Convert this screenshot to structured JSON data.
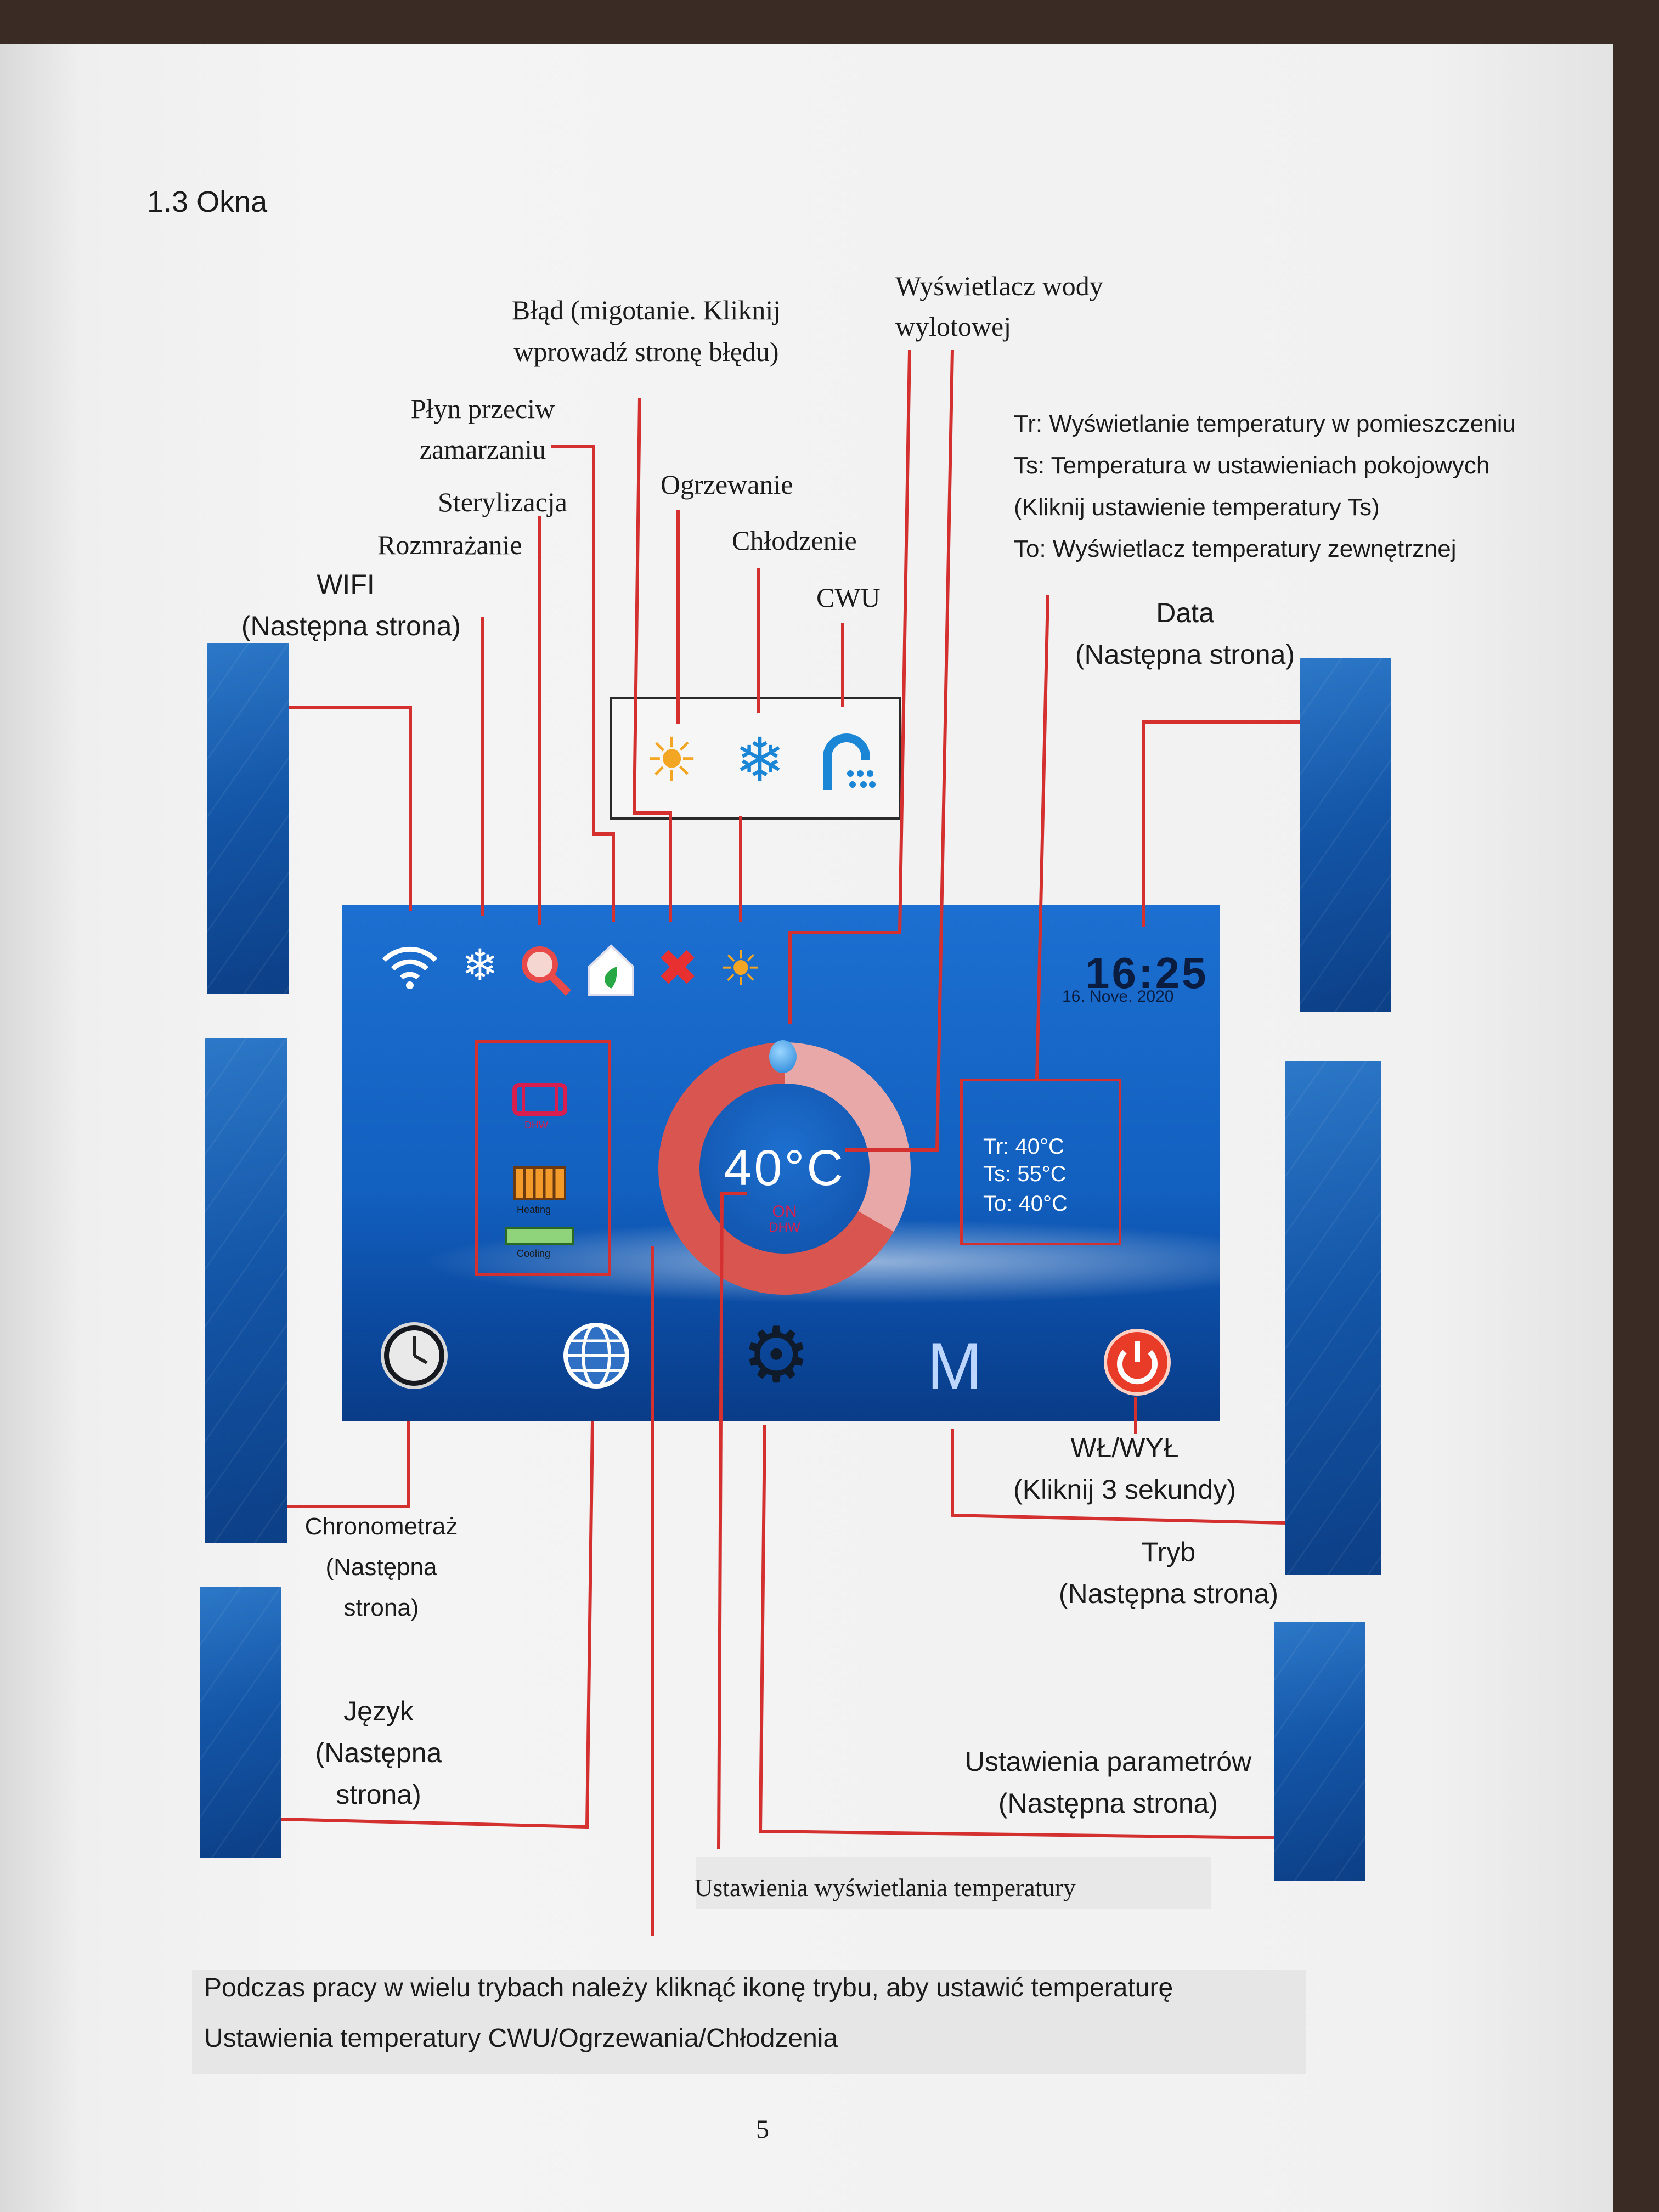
{
  "section_title": "1.3  Okna",
  "labels": {
    "error_l1": "Błąd (migotanie. Kliknij",
    "error_l2": "wprowadź stronę błędu)",
    "outlet_l1": "Wyświetlacz wody",
    "outlet_l2": "wylotowej",
    "antifreeze_l1": "Płyn przeciw",
    "antifreeze_l2": "zamarzaniu",
    "heating": "Ogrzewanie",
    "sterilization": "Sterylizacja",
    "cooling": "Chłodzenie",
    "defrost": "Rozmrażanie",
    "dhw": "CWU",
    "wifi_l1": "WIFI",
    "wifi_l2": "(Następna strona)",
    "date_l1": "Data",
    "date_l2": "(Następna strona)",
    "tr_line": "Tr: Wyświetlanie temperatury w pomieszczeniu",
    "ts_line": "Ts: Temperatura w ustawieniach pokojowych",
    "ts_click": "(Kliknij ustawienie temperatury Ts)",
    "to_line": "To: Wyświetlacz temperatury zewnętrznej",
    "onoff_l1": "WŁ/WYŁ",
    "onoff_l2": "(Kliknij 3 sekundy)",
    "timer_l1": "Chronometraż",
    "timer_l2": "(Następna",
    "timer_l3": "strona)",
    "mode_l1": "Tryb",
    "mode_l2": "(Następna strona)",
    "lang_l1": "Język",
    "lang_l2": "(Następna",
    "lang_l3": "strona)",
    "params_l1": "Ustawienia parametrów",
    "params_l2": "(Następna strona)",
    "temp_display": "Ustawienia wyświetlania temperatury"
  },
  "screen": {
    "clock": "16:25",
    "date": "16. Nove. 2020",
    "center_temp": "40°C",
    "center_sub": "ON",
    "center_sub2": "DHW",
    "tr": "Tr: 40°C",
    "ts": "Ts: 55°C",
    "to": "To: 40°C",
    "mode_dhw": "DHW",
    "mode_heating": "Heating",
    "mode_cooling": "Cooling",
    "mode_button": "M"
  },
  "note_l1": "Podczas pracy w wielu trybach należy kliknąć ikonę trybu, aby ustawić temperaturę",
  "note_l2": "Ustawienia temperatury CWU/Ogrzewania/Chłodzenia",
  "page_number": "5",
  "colors": {
    "leader": "#d43030",
    "screen_blue": "#1260c0",
    "heating_sun": "#f2a623",
    "cooling_snow": "#1c86d6",
    "power_red": "#e83c28"
  },
  "icons": [
    "wifi-icon",
    "snowflake-icon",
    "magnifier-icon",
    "house-icon",
    "tools-icon",
    "sun-icon",
    "clock-icon",
    "globe-icon",
    "gear-icon",
    "mode-icon",
    "power-icon",
    "shower-icon"
  ]
}
